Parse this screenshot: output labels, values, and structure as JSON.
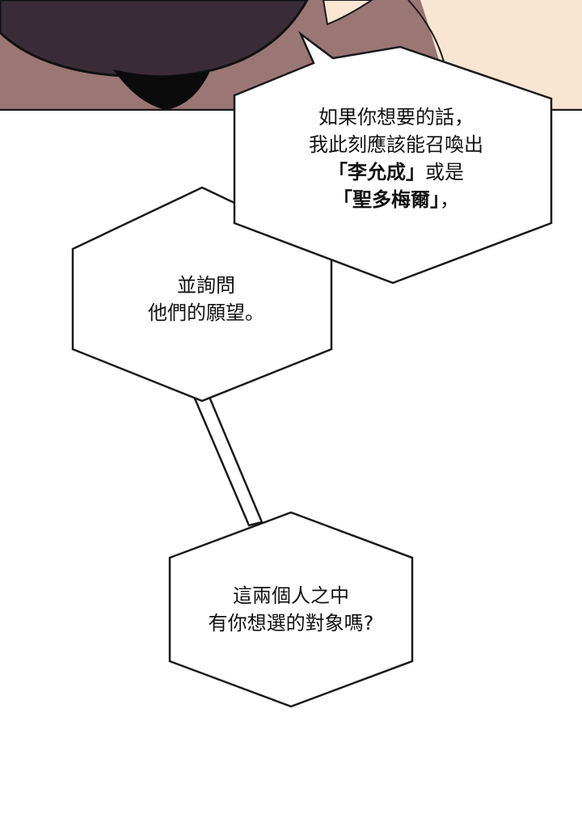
{
  "panel": {
    "colors": {
      "background": "#ffffff",
      "skin": "#9a7675",
      "dark_figure": "#3a2c36",
      "black": "#0b0b0b",
      "light_skin": "#f8e6d2",
      "outline": "#1a1a1a"
    }
  },
  "bubbles": [
    {
      "lines": [
        {
          "parts": [
            {
              "text": "如果你想要的話，",
              "bold": false
            }
          ]
        },
        {
          "parts": [
            {
              "text": "我此刻應該能召喚出",
              "bold": false
            }
          ]
        },
        {
          "parts": [
            {
              "text": "「李允成」",
              "bold": true
            },
            {
              "text": "或是",
              "bold": false
            }
          ]
        },
        {
          "parts": [
            {
              "text": "「聖多梅爾」",
              "bold": true
            },
            {
              "text": "，",
              "bold": false
            }
          ]
        }
      ]
    },
    {
      "lines": [
        {
          "parts": [
            {
              "text": "並詢問",
              "bold": false
            }
          ]
        },
        {
          "parts": [
            {
              "text": "他們的願望。",
              "bold": false
            }
          ]
        }
      ]
    },
    {
      "lines": [
        {
          "parts": [
            {
              "text": "這兩個人之中",
              "bold": false
            }
          ]
        },
        {
          "parts": [
            {
              "text": "有你想選的對象嗎?",
              "bold": false
            }
          ]
        }
      ]
    }
  ]
}
